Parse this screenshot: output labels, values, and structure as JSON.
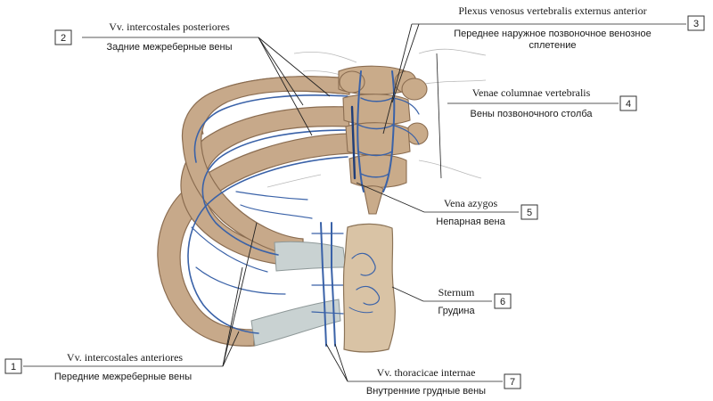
{
  "labels": [
    {
      "number": "1",
      "latin": "Vv. intercostales anteriores",
      "russian": "Передние межреберные вены"
    },
    {
      "number": "2",
      "latin": "Vv. intercostales posteriores",
      "russian": "Задние межреберные вены"
    },
    {
      "number": "3",
      "latin": "Plexus venosus vertebralis externus anterior",
      "russian": "Переднее наружное позвоночное венозное",
      "russian_line2": "сплетение"
    },
    {
      "number": "4",
      "latin": "Venae columnae vertebralis",
      "russian": "Вены позвоночного столба"
    },
    {
      "number": "5",
      "latin": "Vena azygos",
      "russian": "Непарная вена"
    },
    {
      "number": "6",
      "latin": "Sternum",
      "russian": "Грудина"
    },
    {
      "number": "7",
      "latin": "Vv. thoracicae internae",
      "russian": "Внутренние грудные вены"
    }
  ],
  "colors": {
    "bone": "#c7a98a",
    "cartilage": "#c9d2d2",
    "vein": "#3a62a8",
    "leader": "#222222"
  }
}
